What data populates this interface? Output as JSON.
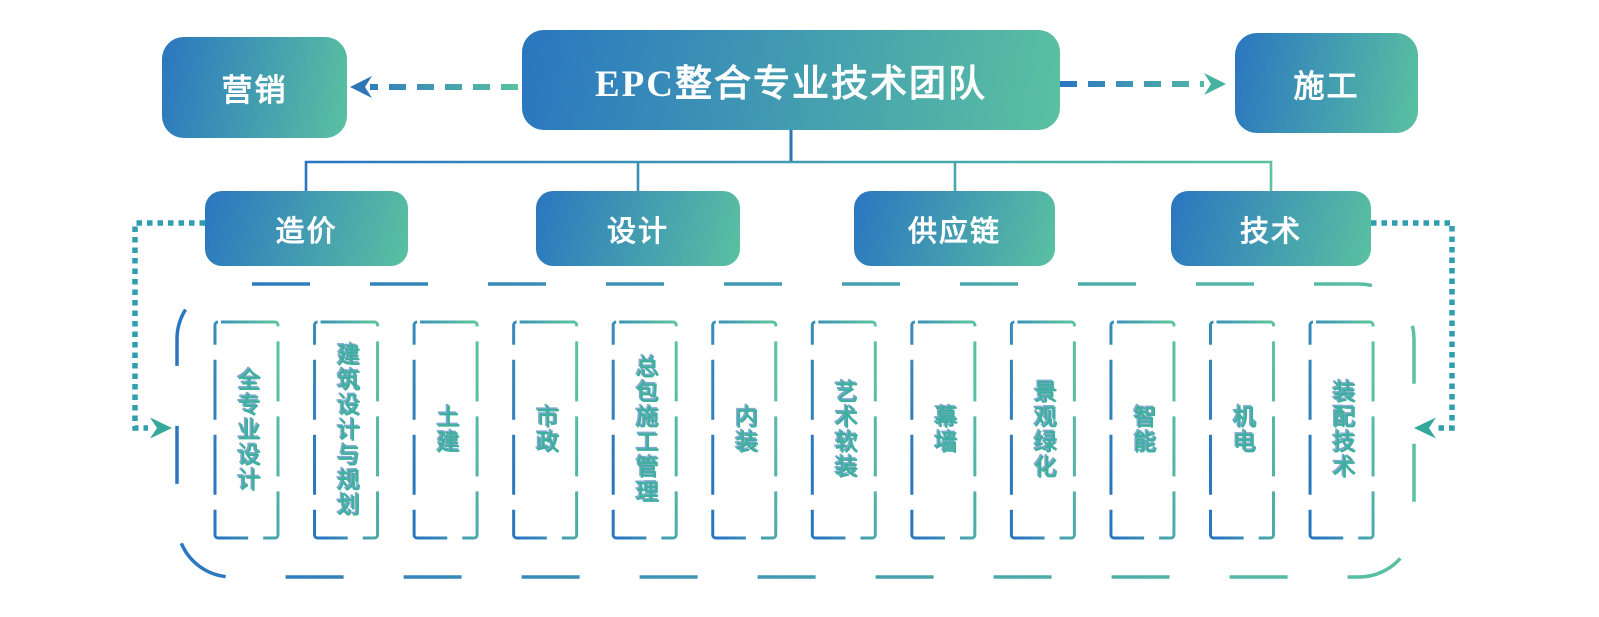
{
  "diagram": {
    "root": "EPC整合专业技术团队",
    "satellites": {
      "left": "营销",
      "right": "施工"
    },
    "branches": [
      "造价",
      "设计",
      "供应链",
      "技术"
    ],
    "specialties": [
      "全专业设计",
      "建筑设计与规划",
      "土建",
      "市政",
      "总包施工管理",
      "内装",
      "艺术软装",
      "幕墙",
      "景观绿化",
      "智能",
      "机电",
      "装配技术"
    ],
    "colors": {
      "gradient_blue": "#2A76C0",
      "gradient_green": "#5AC1A1",
      "tree_blue": "#2E75B6",
      "dotted_teal": "#2F9FAF",
      "specialty_text": "#3FAF9E"
    }
  }
}
